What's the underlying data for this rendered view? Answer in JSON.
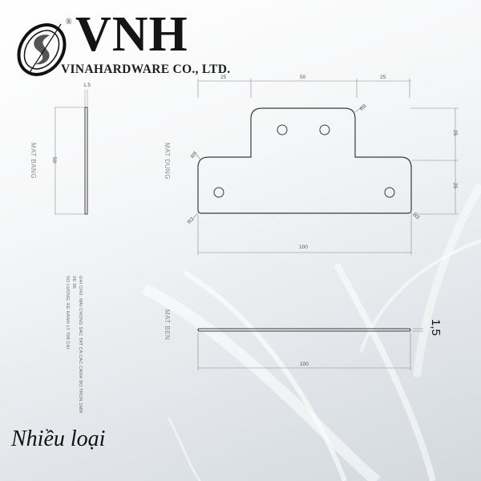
{
  "brand": {
    "registered_mark": "®",
    "name": "VNH",
    "company": "VINAHARDWARE CO., LTD."
  },
  "views": {
    "top_view_label": "MAT BANG",
    "front_view_label": "MAT DUNG",
    "side_view_label": "MAT BEN"
  },
  "dimensions": {
    "top_view": {
      "thickness": "1.5",
      "height": "50"
    },
    "front_view": {
      "top_segments": [
        "25",
        "50",
        "25"
      ],
      "right_segments": [
        "25",
        "25"
      ],
      "bottom_width": "100",
      "corner_radii": [
        "R8",
        "R8",
        "R3",
        "R3"
      ]
    },
    "side_view": {
      "width": "100",
      "thickness": "1,5"
    }
  },
  "notes": [
    "GHI CHU: MAI CHONG SAC TAT CA CAC CANH BO TRON 1MM",
    "XE 06",
    "SO LUONG: KE HANH LY 708 CAI"
  ],
  "caption": "Nhiều loại",
  "colors": {
    "line": "#3a3a3a",
    "dimension_line": "#777777",
    "background_light": "#ffffff",
    "background_dark": "#d2d8de"
  }
}
